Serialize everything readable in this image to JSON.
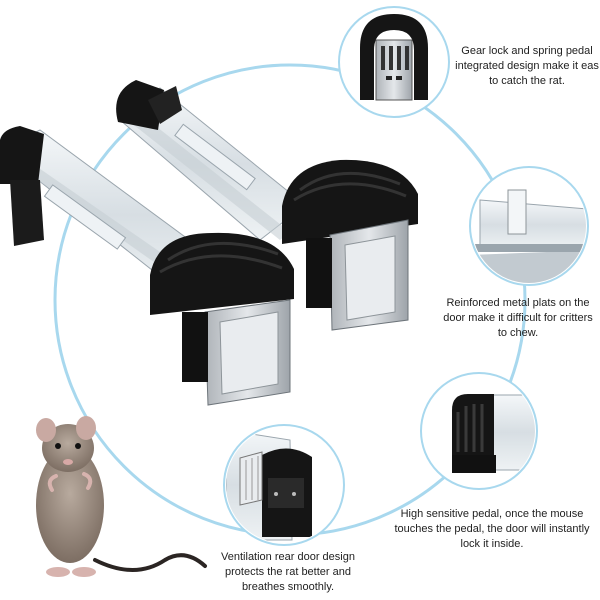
{
  "captions": {
    "gear_lock": "Gear lock and spring pedal integrated design make it eas to catch the rat.",
    "reinforced_plate": "Reinforced metal plats on the door make it difficult for critters to chew.",
    "sensitive_pedal": "High sensitive pedal, once the mouse touches the pedal, the door will instantly lock it inside.",
    "ventilation_door": "Ventilation rear door design protects the rat better and breathes smoothly."
  },
  "colors": {
    "ring": "#a8d8ee",
    "trap_black": "#151515",
    "acrylic": "#dfe6ea",
    "metal": "#c9cdd1",
    "rat_fur": "#9a8a7e"
  },
  "icons": [
    "rat-illustration",
    "trap-illustration"
  ]
}
